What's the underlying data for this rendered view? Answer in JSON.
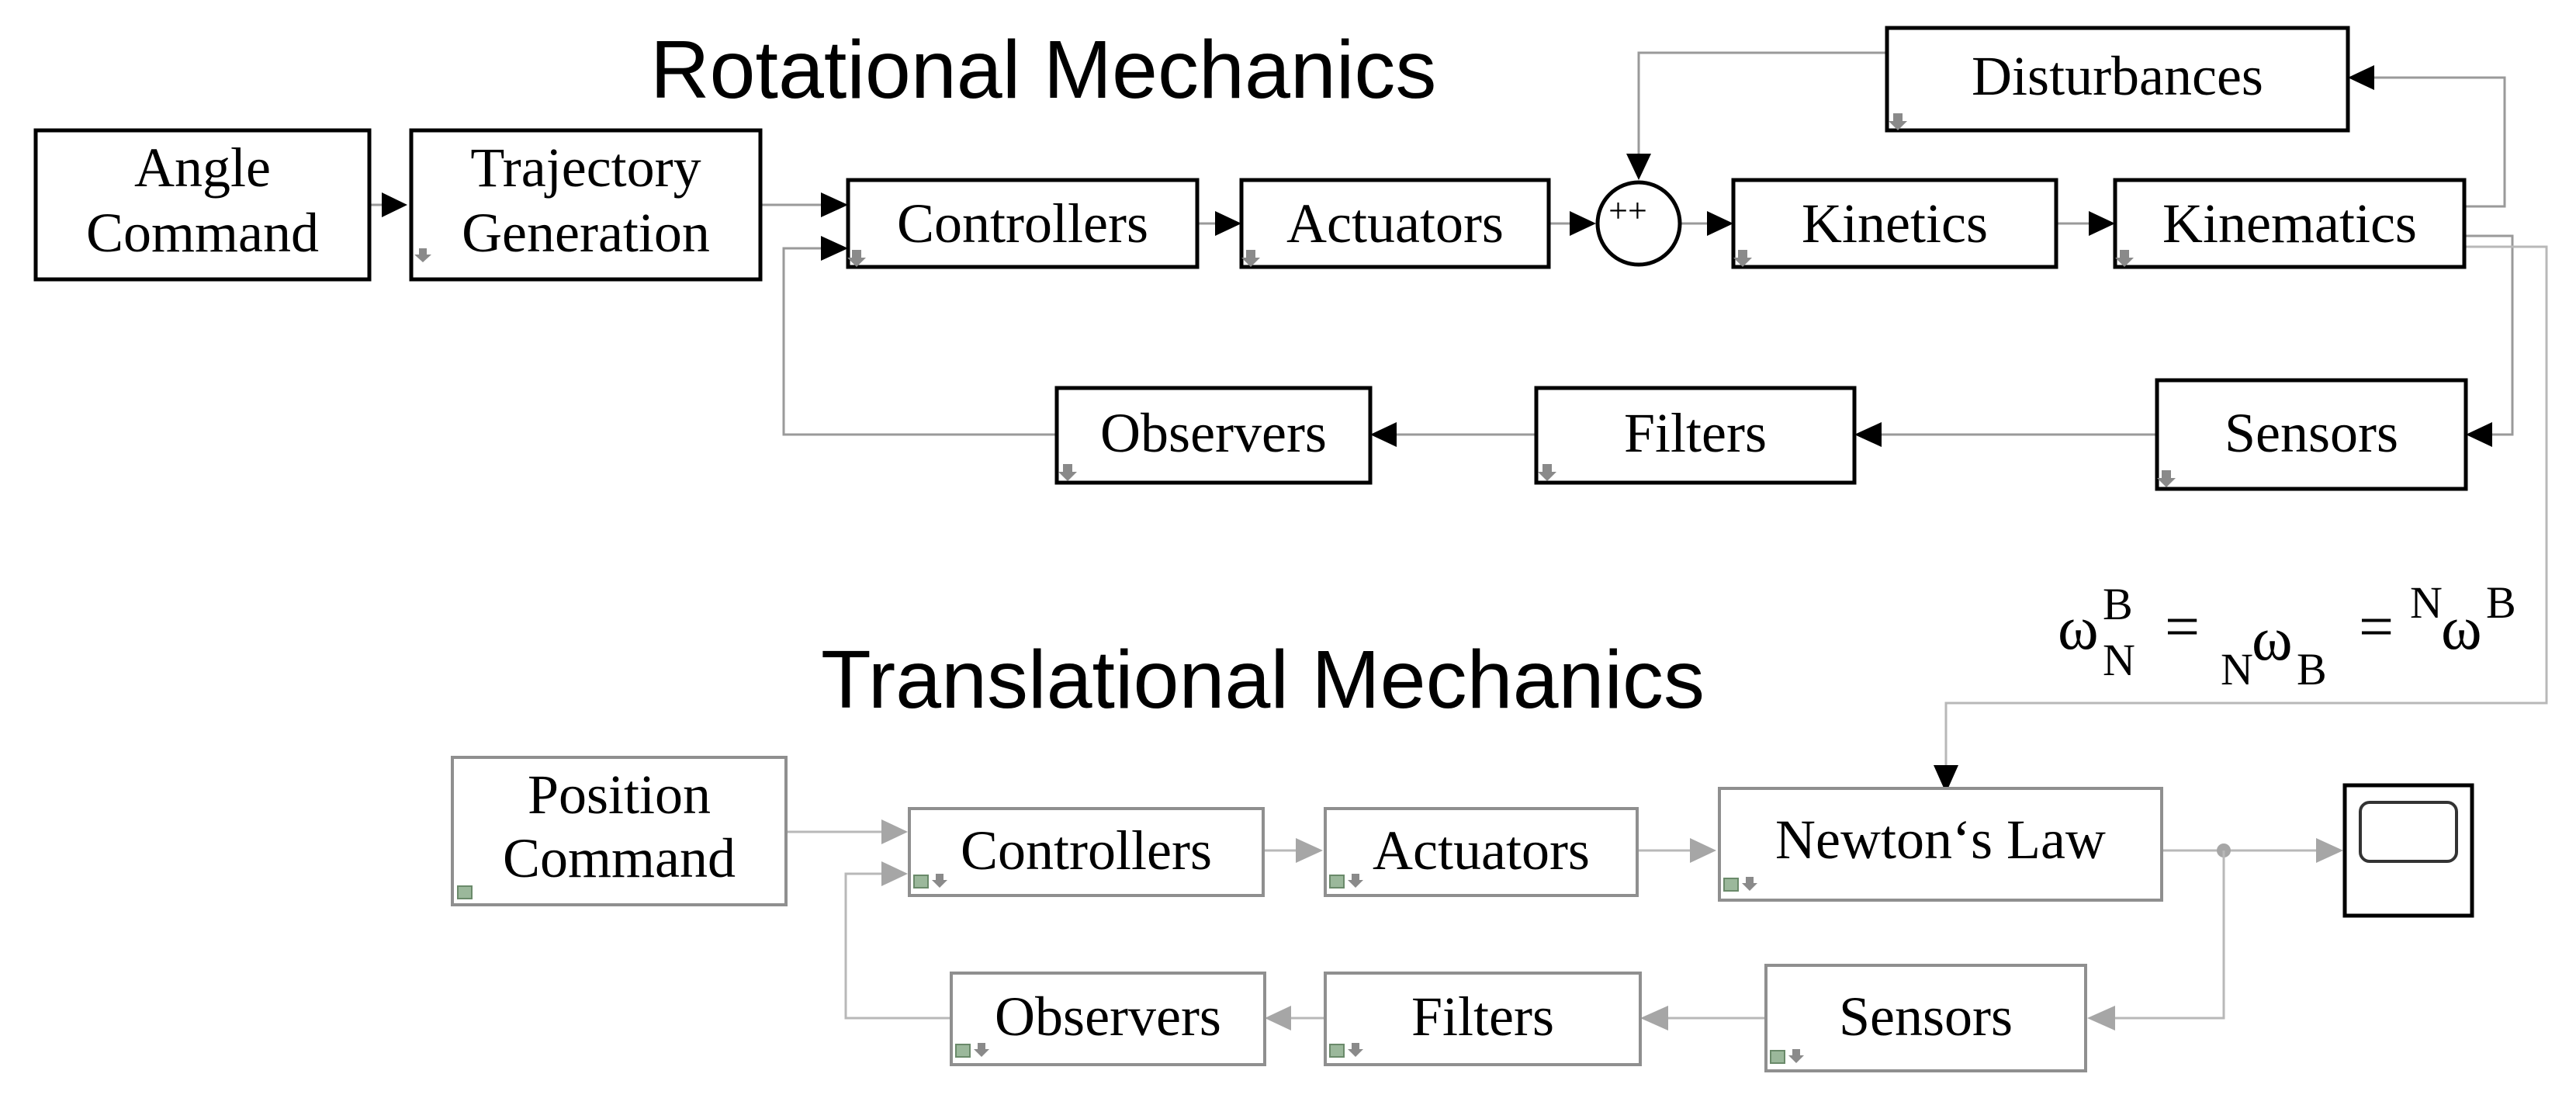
{
  "titles": {
    "rotational": "Rotational Mechanics",
    "translational": "Translational Mechanics"
  },
  "rotational": {
    "angle_command": [
      "Angle",
      "Command"
    ],
    "trajectory_generation": [
      "Trajectory",
      "Generation"
    ],
    "controllers": "Controllers",
    "actuators": "Actuators",
    "sum_signs": "++",
    "kinetics": "Kinetics",
    "kinematics": "Kinematics",
    "disturbances": "Disturbances",
    "sensors": "Sensors",
    "filters": "Filters",
    "observers": "Observers"
  },
  "equation": {
    "w1": "ω",
    "w1_sup": "B",
    "w1_sub": "N",
    "eq1": "=",
    "w2_pre_sub": "N",
    "w2": "ω",
    "w2_sub": "B",
    "eq2": "=",
    "w3_pre_sup": "N",
    "w3": "ω",
    "w3_sup": "B"
  },
  "translational": {
    "position_command": [
      "Position",
      "Command"
    ],
    "controllers": "Controllers",
    "actuators": "Actuators",
    "newtons_law": "Newton‘s Law",
    "sensors": "Sensors",
    "filters": "Filters",
    "observers": "Observers"
  },
  "colors": {
    "dark_block": "#000000",
    "light_block": "#8f8f8f",
    "dark_wire": "#9a9a9a",
    "light_wire": "#b8b8b8"
  }
}
